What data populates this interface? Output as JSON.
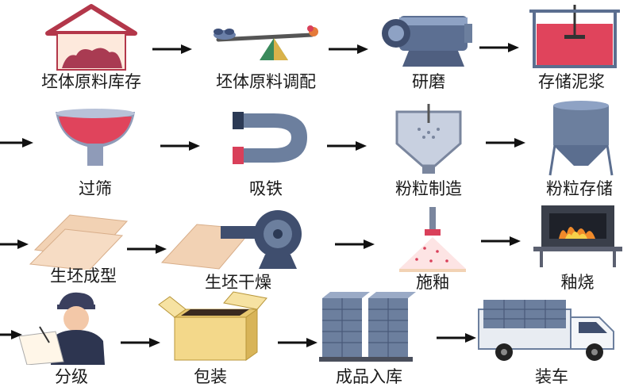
{
  "diagram": {
    "steps": [
      {
        "id": "s1",
        "label": "坯体原料库存",
        "icon": "warehouse-icon"
      },
      {
        "id": "s2",
        "label": "坯体原料调配",
        "icon": "scale-icon"
      },
      {
        "id": "s3",
        "label": "研磨",
        "icon": "ball-mill-icon"
      },
      {
        "id": "s4",
        "label": "存储泥浆",
        "icon": "slurry-tank-icon"
      },
      {
        "id": "s5",
        "label": "过筛",
        "icon": "sieve-funnel-icon"
      },
      {
        "id": "s6",
        "label": "吸铁",
        "icon": "magnet-icon"
      },
      {
        "id": "s7",
        "label": "粉粒制造",
        "icon": "spray-dryer-icon"
      },
      {
        "id": "s8",
        "label": "粉粒存储",
        "icon": "silo-icon"
      },
      {
        "id": "s9",
        "label": "生坯成型",
        "icon": "tile-press-icon"
      },
      {
        "id": "s10",
        "label": "生坯干燥",
        "icon": "dryer-fan-icon"
      },
      {
        "id": "s11",
        "label": "施釉",
        "icon": "glaze-spray-icon"
      },
      {
        "id": "s12",
        "label": "釉烧",
        "icon": "kiln-icon"
      },
      {
        "id": "s13",
        "label": "分级",
        "icon": "inspector-icon"
      },
      {
        "id": "s14",
        "label": "包装",
        "icon": "box-icon"
      },
      {
        "id": "s15",
        "label": "成品入库",
        "icon": "pallet-stack-icon"
      },
      {
        "id": "s16",
        "label": "装车",
        "icon": "truck-icon"
      }
    ],
    "colors": {
      "arrow": "#111111",
      "label": "#1a1a1a",
      "red": "#d9405a",
      "metal": "#6c7f9e",
      "tile": "#f2d2b4"
    }
  }
}
